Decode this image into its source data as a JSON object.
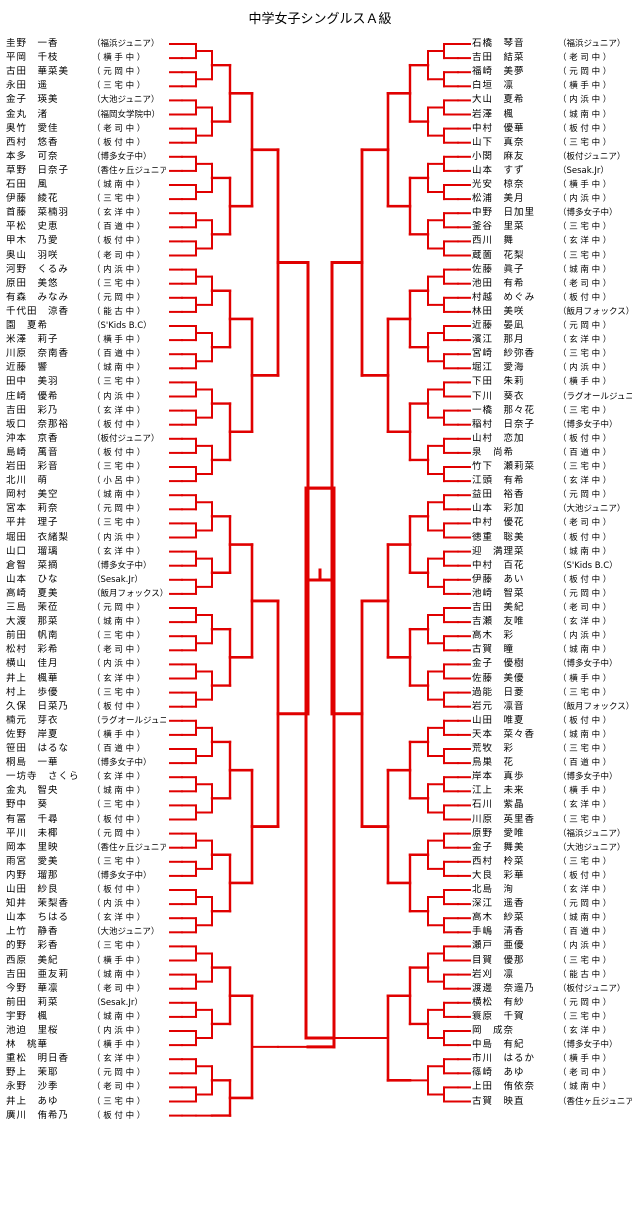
{
  "title": "中学女子シングルスＡ級",
  "left_players": [
    {
      "name": "圭野　一香",
      "club": "（福浜ジュニア）"
    },
    {
      "name": "平岡　千枝",
      "club": "（ 横 手 中 ）"
    },
    {
      "name": "古田　華菜美",
      "club": "（ 元 岡 中 ）"
    },
    {
      "name": "永田　遥",
      "club": "（ 三 宅 中 ）"
    },
    {
      "name": "金子　瑛美",
      "club": "（大池ジュニア）"
    },
    {
      "name": "金丸　渚",
      "club": "（福岡女学院中）"
    },
    {
      "name": "奥竹　愛佳",
      "club": "（ 老 司 中 ）"
    },
    {
      "name": "西村　悠香",
      "club": "（ 板 付 中 ）"
    },
    {
      "name": "本多　可奈",
      "club": "（博多女子中）"
    },
    {
      "name": "草野　日奈子",
      "club": "（香住ヶ丘ジュニア）"
    },
    {
      "name": "石田　風",
      "club": "（ 城 南 中 ）"
    },
    {
      "name": "伊藤　綾花",
      "club": "（ 三 宅 中 ）"
    },
    {
      "name": "首藤　菜楠羽",
      "club": "（ 玄 洋 中 ）"
    },
    {
      "name": "平松　史恵",
      "club": "（ 百 道 中 ）"
    },
    {
      "name": "甲木　乃愛",
      "club": "（ 板 付 中 ）"
    },
    {
      "name": "奥山　羽咲",
      "club": "（ 老 司 中 ）"
    },
    {
      "name": "河野　くるみ",
      "club": "（ 内 浜 中 ）"
    },
    {
      "name": "原田　美悠",
      "club": "（ 三 宅 中 ）"
    },
    {
      "name": "有森　みなみ",
      "club": "（ 元 岡 中 ）"
    },
    {
      "name": "千代田　涼香",
      "club": "（ 能 古 中 ）"
    },
    {
      "name": "園　夏希",
      "club": "（S'Kids B.C）"
    },
    {
      "name": "米澤　莉子",
      "club": "（ 横 手 中 ）"
    },
    {
      "name": "川原　奈南香",
      "club": "（ 百 道 中 ）"
    },
    {
      "name": "近藤　響",
      "club": "（ 城 南 中 ）"
    },
    {
      "name": "田中　美羽",
      "club": "（ 三 宅 中 ）"
    },
    {
      "name": "庄崎　優希",
      "club": "（ 内 浜 中 ）"
    },
    {
      "name": "吉田　彩乃",
      "club": "（ 玄 洋 中 ）"
    },
    {
      "name": "坂口　奈那裕",
      "club": "（ 板 付 中 ）"
    },
    {
      "name": "沖本　京香",
      "club": "（板付ジュニア）"
    },
    {
      "name": "島崎　萬音",
      "club": "（ 板 付 中 ）"
    },
    {
      "name": "岩田　彩音",
      "club": "（ 三 宅 中 ）"
    },
    {
      "name": "北川　萌",
      "club": "（ 小 呂 中 ）"
    },
    {
      "name": "岡村　美空",
      "club": "（ 城 南 中 ）"
    },
    {
      "name": "宮本　莉奈",
      "club": "（ 元 岡 中 ）"
    },
    {
      "name": "平井　理子",
      "club": "（ 三 宅 中 ）"
    },
    {
      "name": "堀田　衣緒梨",
      "club": "（ 内 浜 中 ）"
    },
    {
      "name": "山口　瑠璃",
      "club": "（ 玄 洋 中 ）"
    },
    {
      "name": "倉智　菜摘",
      "club": "（博多女子中）"
    },
    {
      "name": "山本　ひな",
      "club": "（Sesak.Jr）"
    },
    {
      "name": "高崎　夏美",
      "club": "（飯月フォックス）"
    },
    {
      "name": "三島　茉莅",
      "club": "（ 元 岡 中 ）"
    },
    {
      "name": "大渡　那菜",
      "club": "（ 城 南 中 ）"
    },
    {
      "name": "前田　帆南",
      "club": "（ 三 宅 中 ）"
    },
    {
      "name": "松村　彩希",
      "club": "（ 老 司 中 ）"
    },
    {
      "name": "横山　佳月",
      "club": "（ 内 浜 中 ）"
    },
    {
      "name": "井上　楓華",
      "club": "（ 玄 洋 中 ）"
    },
    {
      "name": "村上　歩優",
      "club": "（ 三 宅 中 ）"
    },
    {
      "name": "久保　日菜乃",
      "club": "（ 板 付 中 ）"
    },
    {
      "name": "楠元　芽衣",
      "club": "（ラグオールジュニア）"
    },
    {
      "name": "佐野　岸夏",
      "club": "（ 横 手 中 ）"
    },
    {
      "name": "笹田　はるな",
      "club": "（ 百 道 中 ）"
    },
    {
      "name": "桐島　一華",
      "club": "（博多女子中）"
    },
    {
      "name": "一坊寺　さくら",
      "club": "（ 玄 洋 中 ）"
    },
    {
      "name": "金丸　智央",
      "club": "（ 城 南 中 ）"
    },
    {
      "name": "野中　葵",
      "club": "（ 三 宅 中 ）"
    },
    {
      "name": "有冨　千尋",
      "club": "（ 板 付 中 ）"
    },
    {
      "name": "平川　未椰",
      "club": "（ 元 岡 中 ）"
    },
    {
      "name": "岡本　里映",
      "club": "（香住ヶ丘ジュニア）"
    },
    {
      "name": "雨宮　愛美",
      "club": "（ 三 宅 中 ）"
    },
    {
      "name": "内野　瑠那",
      "club": "（博多女子中）"
    },
    {
      "name": "山田　紗良",
      "club": "（ 板 付 中 ）"
    },
    {
      "name": "知井　茉梨香",
      "club": "（ 内 浜 中 ）"
    },
    {
      "name": "山本　ちはる",
      "club": "（ 玄 洋 中 ）"
    },
    {
      "name": "上竹　静香",
      "club": "（大池ジュニア）"
    },
    {
      "name": "的野　彩香",
      "club": "（ 三 宅 中 ）"
    },
    {
      "name": "西原　美紀",
      "club": "（ 横 手 中 ）"
    },
    {
      "name": "吉田　亜友莉",
      "club": "（ 城 南 中 ）"
    },
    {
      "name": "今野　華凛",
      "club": "（ 老 司 中 ）"
    },
    {
      "name": "前田　莉菜",
      "club": "（Sesak.Jr）"
    },
    {
      "name": "宇野　楓",
      "club": "（ 城 南 中 ）"
    },
    {
      "name": "池迫　里桜",
      "club": "（ 内 浜 中 ）"
    },
    {
      "name": "林　桃華",
      "club": "（ 横 手 中 ）"
    },
    {
      "name": "重松　明日香",
      "club": "（ 玄 洋 中 ）"
    },
    {
      "name": "野上　茉耶",
      "club": "（ 元 岡 中 ）"
    },
    {
      "name": "永野　沙季",
      "club": "（ 老 司 中 ）"
    },
    {
      "name": "井上　あゆ",
      "club": "（ 三 宅 中 ）"
    },
    {
      "name": "廣川　侑希乃",
      "club": "（ 板 付 中 ）"
    }
  ],
  "right_players": [
    {
      "name": "石橋　琴音",
      "club": "（福浜ジュニア）"
    },
    {
      "name": "吉田　結菜",
      "club": "（ 老 司 中 ）"
    },
    {
      "name": "福崎　美夢",
      "club": "（ 元 岡 中 ）"
    },
    {
      "name": "白垣　凛",
      "club": "（ 横 手 中 ）"
    },
    {
      "name": "大山　夏希",
      "club": "（ 内 浜 中 ）"
    },
    {
      "name": "岩澤　楓",
      "club": "（ 城 南 中 ）"
    },
    {
      "name": "中村　優華",
      "club": "（ 板 付 中 ）"
    },
    {
      "name": "山下　真奈",
      "club": "（ 三 宅 中 ）"
    },
    {
      "name": "小関　麻友",
      "club": "（板付ジュニア）"
    },
    {
      "name": "山本　すず",
      "club": "（Sesak.Jr）"
    },
    {
      "name": "光安　椋奈",
      "club": "（ 横 手 中 ）"
    },
    {
      "name": "松浦　美月",
      "club": "（ 内 浜 中 ）"
    },
    {
      "name": "中野　日加里",
      "club": "（博多女子中）"
    },
    {
      "name": "釜谷　里菜",
      "club": "（ 三 宅 中 ）"
    },
    {
      "name": "西川　舞",
      "club": "（ 玄 洋 中 ）"
    },
    {
      "name": "蔵薗　花梨",
      "club": "（ 三 宅 中 ）"
    },
    {
      "name": "佐藤　眞子",
      "club": "（ 城 南 中 ）"
    },
    {
      "name": "池田　有希",
      "club": "（ 老 司 中 ）"
    },
    {
      "name": "村越　めぐみ",
      "club": "（ 板 付 中 ）"
    },
    {
      "name": "林田　美咲",
      "club": "（飯月フォックス）"
    },
    {
      "name": "近藤　晏凪",
      "club": "（ 元 岡 中 ）"
    },
    {
      "name": "濱江　那月",
      "club": "（ 玄 洋 中 ）"
    },
    {
      "name": "宮崎　紗弥香",
      "club": "（ 三 宅 中 ）"
    },
    {
      "name": "堀江　愛海",
      "club": "（ 内 浜 中 ）"
    },
    {
      "name": "下田　朱莉",
      "club": "（ 横 手 中 ）"
    },
    {
      "name": "下川　葵衣",
      "club": "（ラグオールジュニア）"
    },
    {
      "name": "一橋　那々花",
      "club": "（ 三 宅 中 ）"
    },
    {
      "name": "稲村　日奈子",
      "club": "（博多女子中）"
    },
    {
      "name": "山村　恋加",
      "club": "（ 板 付 中 ）"
    },
    {
      "name": "泉　尚希",
      "club": "（ 百 道 中 ）"
    },
    {
      "name": "竹下　瀬莉菜",
      "club": "（ 三 宅 中 ）"
    },
    {
      "name": "江頭　有希",
      "club": "（ 玄 洋 中 ）"
    },
    {
      "name": "益田　裕香",
      "club": "（ 元 岡 中 ）"
    },
    {
      "name": "山本　彩加",
      "club": "（大池ジュニア）"
    },
    {
      "name": "中村　優花",
      "club": "（ 老 司 中 ）"
    },
    {
      "name": "徳重　聡美",
      "club": "（ 板 付 中 ）"
    },
    {
      "name": "迎　満理菜",
      "club": "（ 城 南 中 ）"
    },
    {
      "name": "中村　百花",
      "club": "（S'Kids B.C）"
    },
    {
      "name": "伊藤　あい",
      "club": "（ 板 付 中 ）"
    },
    {
      "name": "池崎　智菜",
      "club": "（ 元 岡 中 ）"
    },
    {
      "name": "吉田　美紀",
      "club": "（ 老 司 中 ）"
    },
    {
      "name": "吉瀬　友唯",
      "club": "（ 玄 洋 中 ）"
    },
    {
      "name": "高木　彩",
      "club": "（ 内 浜 中 ）"
    },
    {
      "name": "古賀　瞳",
      "club": "（ 城 南 中 ）"
    },
    {
      "name": "金子　優樹",
      "club": "（博多女子中）"
    },
    {
      "name": "佐藤　美優",
      "club": "（ 横 手 中 ）"
    },
    {
      "name": "過能　日菱",
      "club": "（ 三 宅 中 ）"
    },
    {
      "name": "岩元　凛音",
      "club": "（飯月フォックス）"
    },
    {
      "name": "山田　唯夏",
      "club": "（ 板 付 中 ）"
    },
    {
      "name": "天本　菜々香",
      "club": "（ 城 南 中 ）"
    },
    {
      "name": "荒牧　彩",
      "club": "（ 三 宅 中 ）"
    },
    {
      "name": "鳥巣　花",
      "club": "（ 百 道 中 ）"
    },
    {
      "name": "岸本　真歩",
      "club": "（博多女子中）"
    },
    {
      "name": "江上　未来",
      "club": "（ 横 手 中 ）"
    },
    {
      "name": "石川　紫晶",
      "club": "（ 玄 洋 中 ）"
    },
    {
      "name": "川原　英里香",
      "club": "（ 三 宅 中 ）"
    },
    {
      "name": "原野　愛唯",
      "club": "（福浜ジュニア）"
    },
    {
      "name": "金子　舞美",
      "club": "（大池ジュニア）"
    },
    {
      "name": "西村　柃菜",
      "club": "（ 三 宅 中 ）"
    },
    {
      "name": "大良　彩華",
      "club": "（ 板 付 中 ）"
    },
    {
      "name": "北島　洵",
      "club": "（ 玄 洋 中 ）"
    },
    {
      "name": "深江　遥香",
      "club": "（ 元 岡 中 ）"
    },
    {
      "name": "高木　紗菜",
      "club": "（ 城 南 中 ）"
    },
    {
      "name": "手嶋　清香",
      "club": "（ 百 道 中 ）"
    },
    {
      "name": "瀬戸　亜優",
      "club": "（ 内 浜 中 ）"
    },
    {
      "name": "目賀　優那",
      "club": "（ 三 宅 中 ）"
    },
    {
      "name": "岩刈　凛",
      "club": "（ 能 古 中 ）"
    },
    {
      "name": "渡邊　奈遥乃",
      "club": "（板付ジュニア）"
    },
    {
      "name": "横松　有紗",
      "club": "（ 元 岡 中 ）"
    },
    {
      "name": "簑原　千賀",
      "club": "（ 三 宅 中 ）"
    },
    {
      "name": "岡　成奈",
      "club": "（ 玄 洋 中 ）"
    },
    {
      "name": "中島　有紀",
      "club": "（博多女子中）"
    },
    {
      "name": "市川　はるか",
      "club": "（ 横 手 中 ）"
    },
    {
      "name": "篠崎　あゆ",
      "club": "（ 老 司 中 ）"
    },
    {
      "name": "上田　侑依奈",
      "club": "（ 城 南 中 ）"
    },
    {
      "name": "古賀　映直",
      "club": "（香住ヶ丘ジュニア）"
    }
  ],
  "colors": {
    "line": "#e00000",
    "winner_line": "#e00000",
    "thin_line": "#000000"
  }
}
